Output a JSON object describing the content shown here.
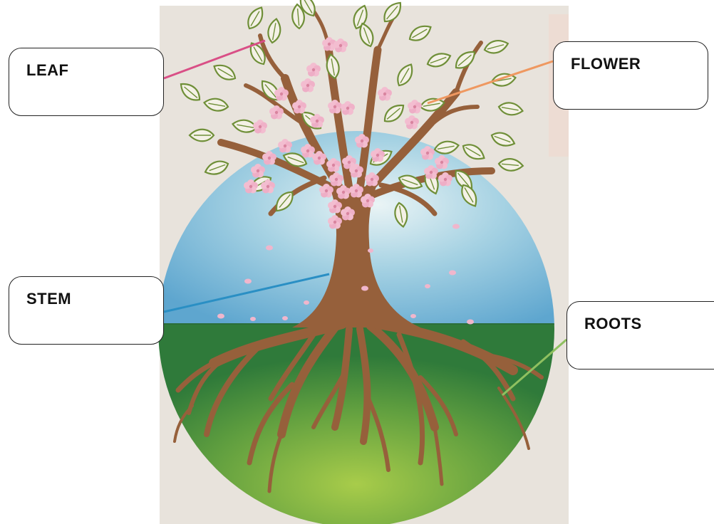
{
  "labels": {
    "leaf": "LEAF",
    "flower": "FLOWER",
    "stem": "STEM",
    "roots": "ROOTS"
  },
  "colors": {
    "background": "#ffffff",
    "paper": "#e9e4dd",
    "sky": "#6fb2d6",
    "sky_light": "#e6f2f4",
    "ground": "#3f8a3e",
    "ground_light": "#9fc84a",
    "trunk": "#94603a",
    "leaf": "#6f8f38",
    "blossom": "#f0b6cc",
    "leader_leaf": "#d94f86",
    "leader_flower": "#ef9860",
    "leader_stem": "#2a8fc4",
    "leader_roots": "#8fc060"
  }
}
